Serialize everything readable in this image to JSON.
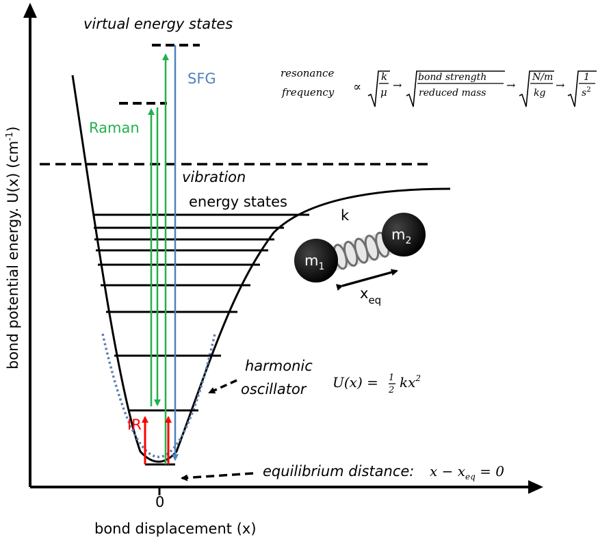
{
  "diagram": {
    "y_axis_label": "bond potential energy. U(x)  (cm",
    "y_axis_unit_exp": "-1",
    "y_axis_label_close": ")",
    "x_axis_label": "bond displacement (x)",
    "x_origin_tick": "0",
    "virtual_states_label": "virtual energy states",
    "vibration_label_line1": "vibration",
    "vibration_label_line2": "energy states",
    "raman_label": "Raman",
    "sfg_label": "SFG",
    "ir_label": "IR",
    "spring_constant_label": "k",
    "mass1_label": "m",
    "mass1_sub": "1",
    "mass2_label": "m",
    "mass2_sub": "2",
    "xeq_label": "x",
    "xeq_sub": "eq",
    "harmonic_label_line1": "harmonic",
    "harmonic_label_line2": "oscillator",
    "harmonic_eq_lhs": "U(x) = ",
    "harmonic_eq_num": "1",
    "harmonic_eq_den": "2",
    "harmonic_eq_rhs": "kx",
    "harmonic_eq_exp": "2",
    "equilibrium_label": "equilibrium distance:",
    "equilibrium_eq": "x − x",
    "equilibrium_eq_sub": "eq",
    "equilibrium_eq_rhs": " = 0",
    "resonance_line1": "resonance",
    "resonance_line2": "frequency",
    "proportional": "∝",
    "frac1_num": "k",
    "frac1_den": "μ",
    "frac2_num": "bond strength",
    "frac2_den": "reduced mass",
    "frac3_num": "N/m",
    "frac3_den": "kg",
    "frac4_num": "1",
    "frac4_den": "s",
    "frac4_exp": "2",
    "arrow": "→"
  },
  "colors": {
    "raman": "#22b14c",
    "sfg": "#4f81bd",
    "ir": "#ff0000",
    "harmonic": "#5b7fb0",
    "ink": "#000000"
  }
}
